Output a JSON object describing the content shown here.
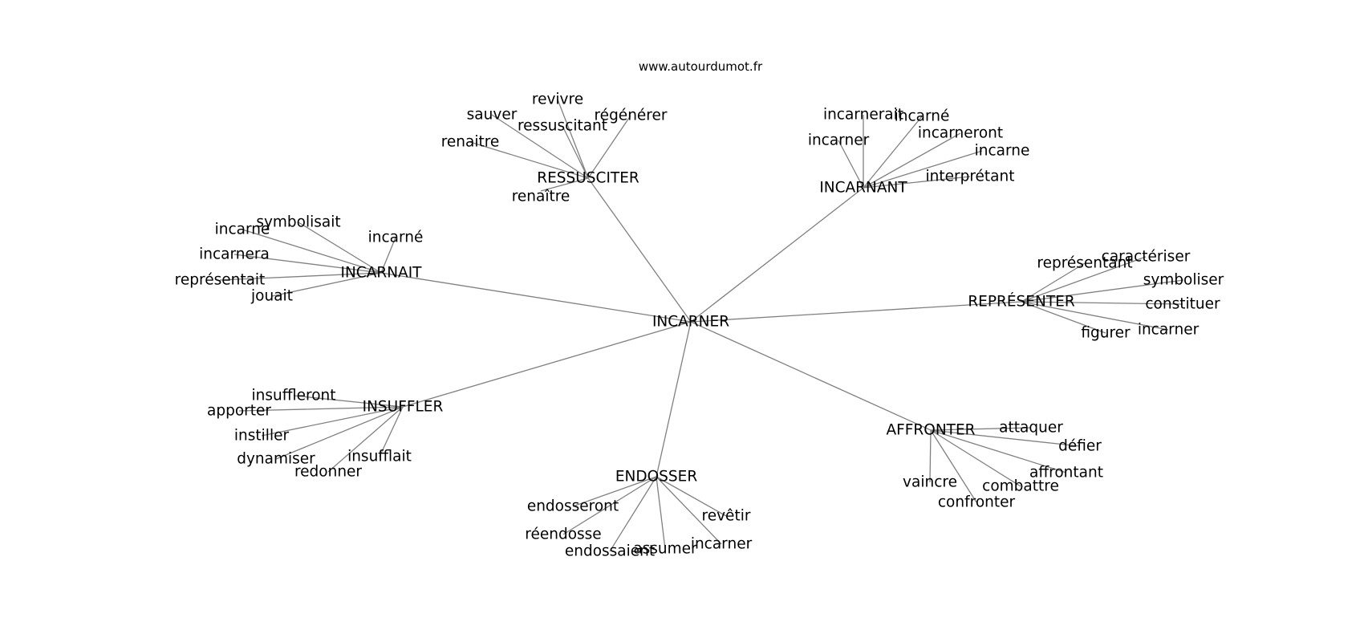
{
  "site": "www.autourdumot.fr",
  "colors": {
    "edge": "#808080",
    "text": "#000000",
    "background": "#ffffff"
  },
  "graph": {
    "center": "INCARNER",
    "clusters": [
      {
        "hub": "RESSUSCITER",
        "leaves": [
          "revivre",
          "sauver",
          "ressuscitant",
          "régénérer",
          "renaitre",
          "renaître"
        ]
      },
      {
        "hub": "INCARNANT",
        "leaves": [
          "incarnerait",
          "incarné",
          "incarner",
          "incarneront",
          "incarne",
          "interprétant"
        ]
      },
      {
        "hub": "INCARNAIT",
        "leaves": [
          "symbolisait",
          "incarne",
          "incarné",
          "incarnera",
          "représentait",
          "jouait"
        ]
      },
      {
        "hub": "REPRÉSENTER",
        "leaves": [
          "représentant",
          "caractériser",
          "symboliser",
          "constituer",
          "figurer",
          "incarner"
        ]
      },
      {
        "hub": "INSUFFLER",
        "leaves": [
          "insuffleront",
          "apporter",
          "instiller",
          "dynamiser",
          "insufflait",
          "redonner"
        ]
      },
      {
        "hub": "AFFRONTER",
        "leaves": [
          "attaquer",
          "défier",
          "affrontant",
          "vaincre",
          "combattre",
          "confronter"
        ]
      },
      {
        "hub": "ENDOSSER",
        "leaves": [
          "endosseront",
          "revêtir",
          "réendosse",
          "endossaient",
          "assumer",
          "incarner"
        ]
      }
    ]
  }
}
